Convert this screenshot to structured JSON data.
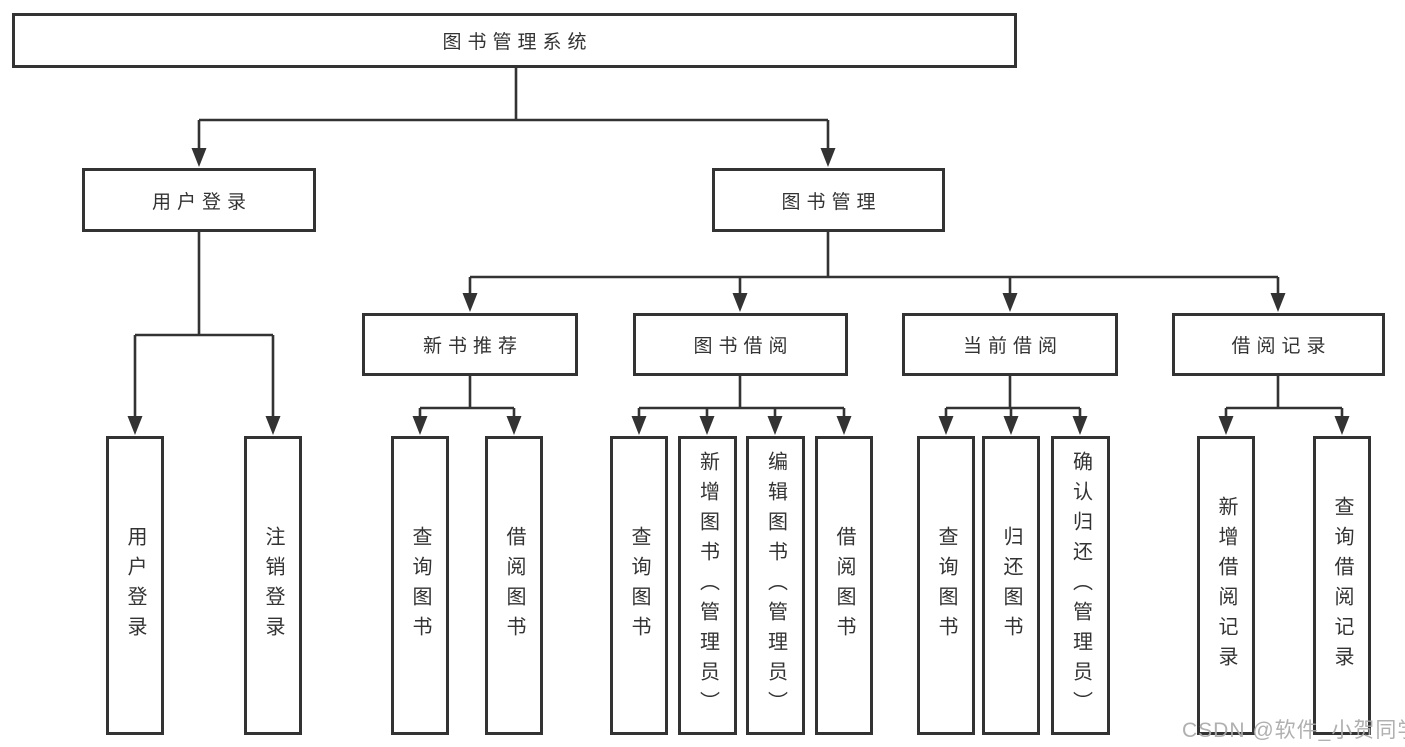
{
  "diagram": {
    "root": {
      "label": "图书管理系统"
    },
    "branches": [
      {
        "label": "用户登录",
        "children": [
          {
            "label": "用户登录"
          },
          {
            "label": "注销登录"
          }
        ]
      },
      {
        "label": "图书管理",
        "children": [
          {
            "label": "新书推荐",
            "children": [
              {
                "label": "查询图书"
              },
              {
                "label": "借阅图书"
              }
            ]
          },
          {
            "label": "图书借阅",
            "children": [
              {
                "label": "查询图书"
              },
              {
                "label": "新增图书（管理员）"
              },
              {
                "label": "编辑图书（管理员）"
              },
              {
                "label": "借阅图书"
              }
            ]
          },
          {
            "label": "当前借阅",
            "children": [
              {
                "label": "查询图书"
              },
              {
                "label": "归还图书"
              },
              {
                "label": "确认归还（管理员）"
              }
            ]
          },
          {
            "label": "借阅记录",
            "children": [
              {
                "label": "新增借阅记录"
              },
              {
                "label": "查询借阅记录"
              }
            ]
          }
        ]
      }
    ]
  },
  "watermark": {
    "text": "CSDN @软件_小贺同学"
  },
  "colors": {
    "line": "#333333",
    "box_border": "#333333",
    "text": "#333333",
    "watermark": "#acacac",
    "background": "#ffffff"
  }
}
